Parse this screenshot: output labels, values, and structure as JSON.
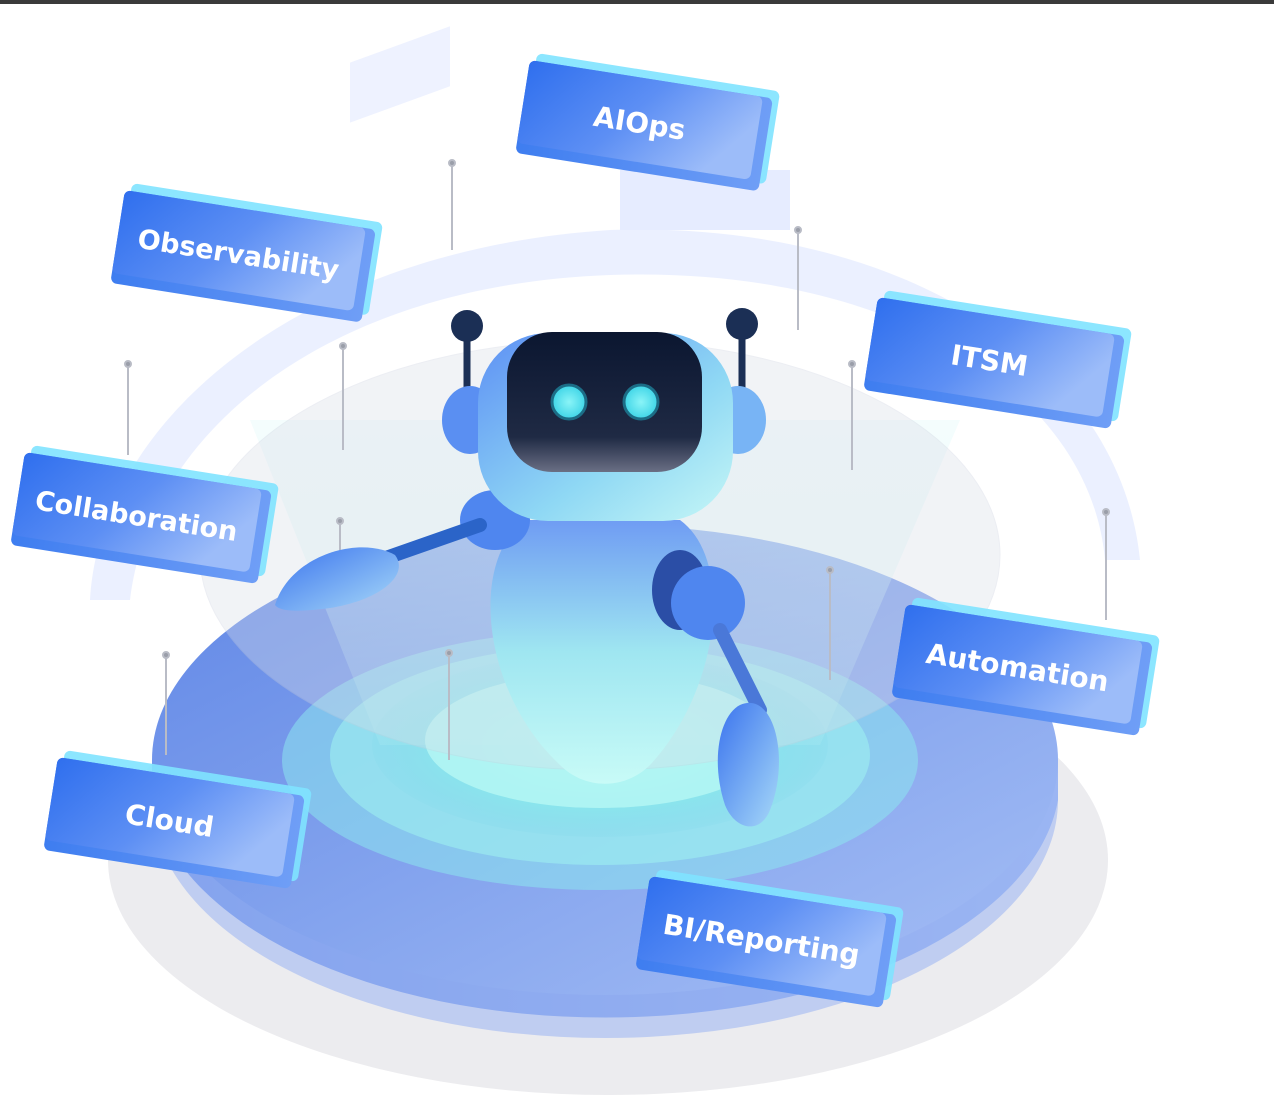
{
  "illustration": {
    "subject": "robot",
    "tags": [
      {
        "label": "AIOps"
      },
      {
        "label": "Observability"
      },
      {
        "label": "ITSM"
      },
      {
        "label": "Collaboration"
      },
      {
        "label": "Automation"
      },
      {
        "label": "Cloud"
      },
      {
        "label": "BI/Reporting"
      }
    ],
    "colors": {
      "tag_start": "#2f6fee",
      "tag_end": "#9cbcf9",
      "tag_edge": "#7fe3ff",
      "platform": "#6f93ea",
      "platform_light": "#aec4f6",
      "ring_glow": "#8ef0ef",
      "robot_body": "#bff6f6",
      "robot_dark": "#0b1630",
      "robot_eye": "#5fe8f0",
      "antenna": "#1b2f55"
    }
  }
}
